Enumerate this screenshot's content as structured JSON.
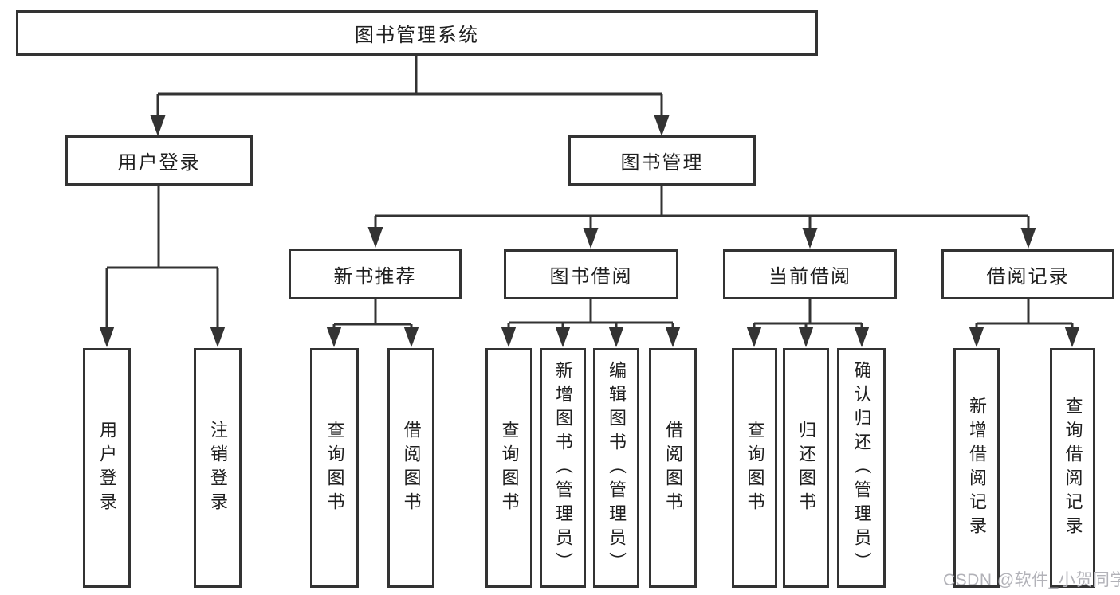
{
  "diagram_title": "图书管理系统",
  "tree": {
    "label": "图书管理系统",
    "children": [
      {
        "label": "用户登录",
        "children": [
          {
            "label": "用户登录"
          },
          {
            "label": "注销登录"
          }
        ]
      },
      {
        "label": "图书管理",
        "children": [
          {
            "label": "新书推荐",
            "children": [
              {
                "label": "查询图书"
              },
              {
                "label": "借阅图书"
              }
            ]
          },
          {
            "label": "图书借阅",
            "children": [
              {
                "label": "查询图书"
              },
              {
                "label": "新增图书（管理员）"
              },
              {
                "label": "编辑图书（管理员）"
              },
              {
                "label": "借阅图书"
              }
            ]
          },
          {
            "label": "当前借阅",
            "children": [
              {
                "label": "查询图书"
              },
              {
                "label": "归还图书"
              },
              {
                "label": "确认归还（管理员）"
              }
            ]
          },
          {
            "label": "借阅记录",
            "children": [
              {
                "label": "新增借阅记录"
              },
              {
                "label": "查询借阅记录"
              }
            ]
          }
        ]
      }
    ]
  },
  "watermark": {
    "text": "CSDN @软件_小贺同学"
  },
  "colors": {
    "line": "#333333",
    "text": "#1f1f1f",
    "background": "#ffffff",
    "watermark": "#b2b2b8"
  }
}
